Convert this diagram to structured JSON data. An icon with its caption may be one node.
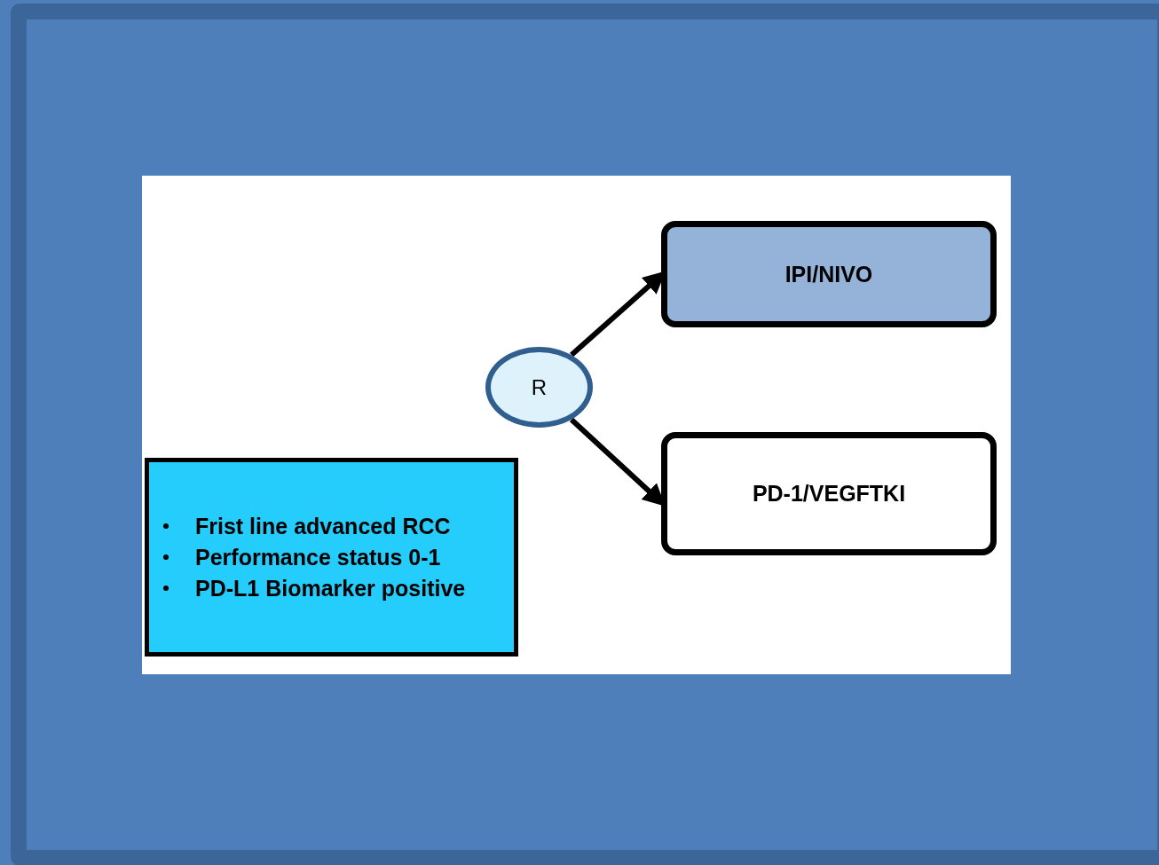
{
  "diagram": {
    "nodes": [
      {
        "text": [
          "R"
        ]
      },
      {
        "text": [
          "IPI/NIVO"
        ]
      },
      {
        "text": [
          "PD-1/VEGFTKI"
        ]
      },
      {
        "text": [
          "Frist line advanced RCC",
          "Performance status 0-1",
          "PD-L1 Biomarker positive"
        ]
      }
    ],
    "edges": [
      {
        "from": 0,
        "to": 1,
        "arrow": "to"
      },
      {
        "from": 0,
        "to": 2,
        "arrow": "to"
      }
    ]
  }
}
